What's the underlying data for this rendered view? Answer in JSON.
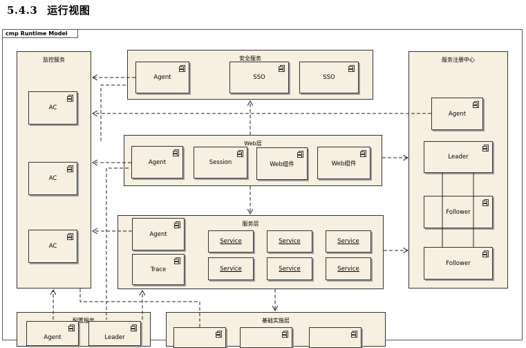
{
  "heading": {
    "number": "5.4.3",
    "title": "运行视图"
  },
  "diagram": {
    "frame_label": "cmp Runtime Model",
    "monitor": {
      "title": "监控服务",
      "components": [
        "AC",
        "AC",
        "AC"
      ]
    },
    "security": {
      "title": "安全服务",
      "components": [
        "Agent",
        "SSO",
        "SSO"
      ]
    },
    "registry": {
      "title": "服务注册中心",
      "components": [
        "Agent",
        "Leader",
        "Follower",
        "Follower"
      ]
    },
    "web": {
      "title": "Web层",
      "components": [
        "Agent",
        "Session",
        "Web组件",
        "Web组件"
      ]
    },
    "service": {
      "title": "服务层",
      "components": [
        "Agent",
        "Trace",
        "Service",
        "Service",
        "Service",
        "Service",
        "Service",
        "Service"
      ]
    },
    "config": {
      "title": "配置服务",
      "components": [
        "Agent",
        "Leader"
      ]
    },
    "infra": {
      "title": "基础实施层",
      "components": [
        "",
        "",
        ""
      ]
    }
  }
}
